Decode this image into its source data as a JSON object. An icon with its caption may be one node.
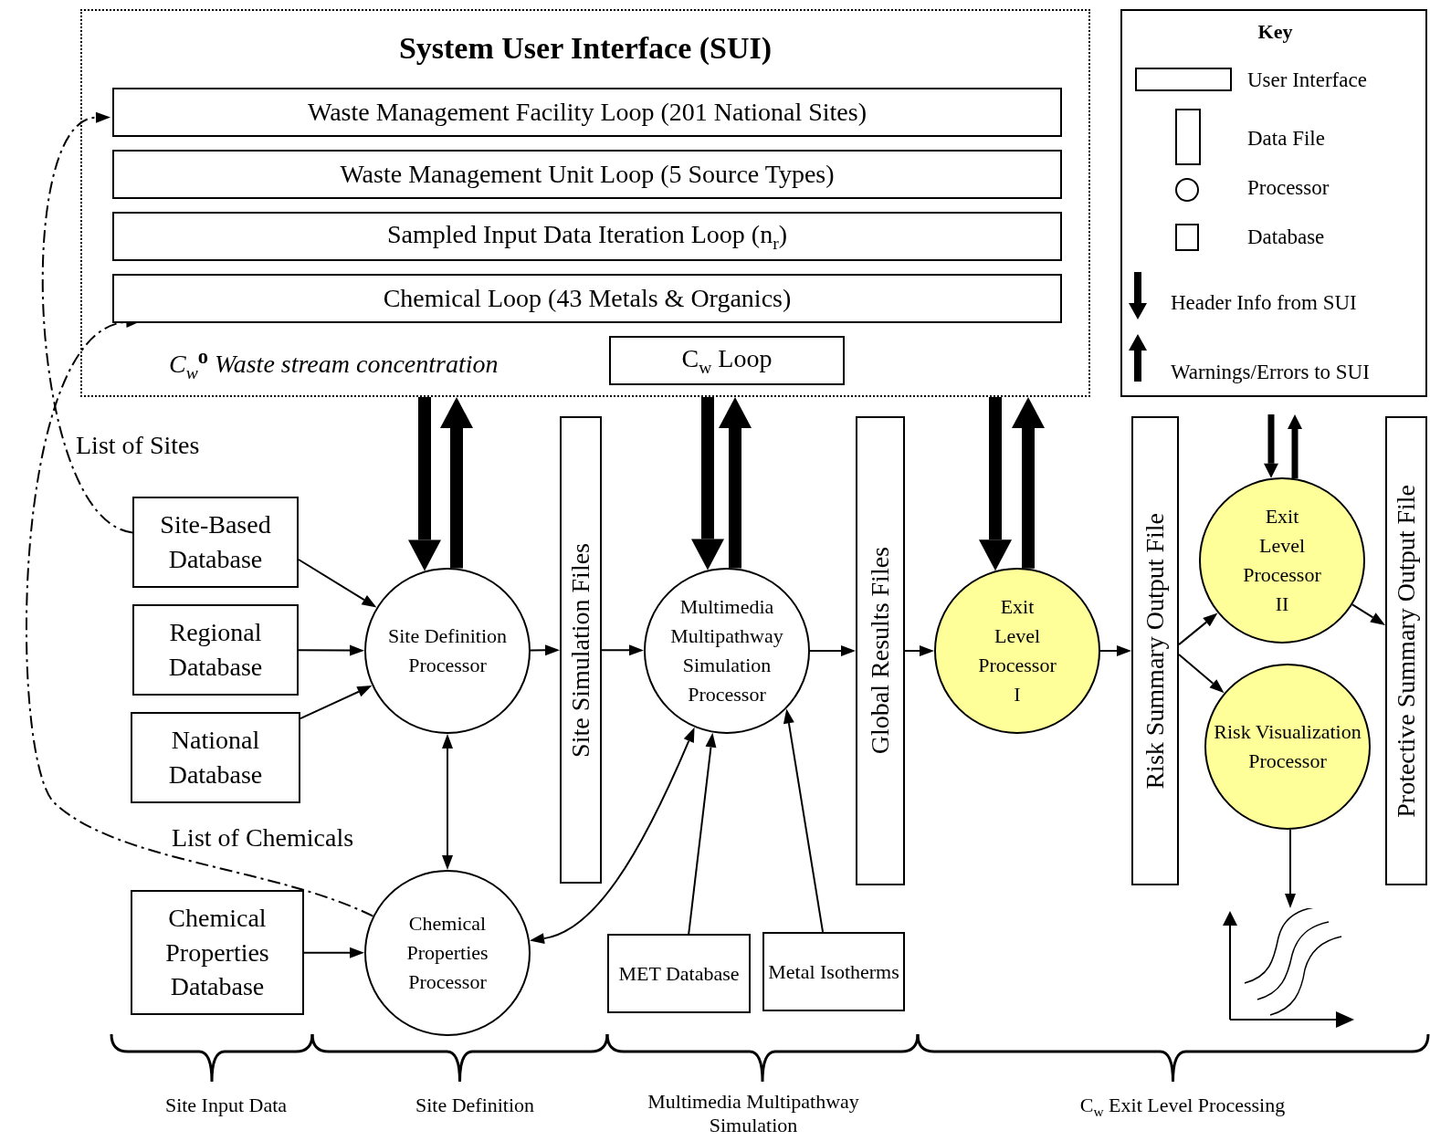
{
  "diagram": {
    "nodes": [
      {
        "text": [
          "System User Interface (SUI)",
          "C$_{w}$$^{o}$ Waste stream concentration"
        ]
      },
      {
        "text": [
          "Waste Management Facility Loop (201 National Sites)"
        ],
        "in": 0
      },
      {
        "text": [
          "Waste Management Unit Loop (5 Source Types)"
        ],
        "in": 0
      },
      {
        "text": [
          "Sampled Input Data Iteration Loop (n$_{r}$)"
        ],
        "in": 0
      },
      {
        "text": [
          "Chemical Loop (43 Metals & Organics)"
        ],
        "in": 0
      },
      {
        "text": [
          "C$_{w}$ Loop"
        ],
        "in": 0
      },
      {
        "text": [
          "Site-Based Database"
        ]
      },
      {
        "text": [
          "Regional Database"
        ]
      },
      {
        "text": [
          "National Database"
        ]
      },
      {
        "text": [
          "Site Definition Processor"
        ]
      },
      {
        "text": [
          "Chemical Properties Database"
        ]
      },
      {
        "text": [
          "Chemical Properties Processor"
        ]
      },
      {
        "text": [
          "Site Simulation Files"
        ]
      },
      {
        "text": [
          "Multimedia Multipathway Simulation Processor"
        ]
      },
      {
        "text": [
          "MET Database"
        ]
      },
      {
        "text": [
          "Metal Isotherms"
        ]
      },
      {
        "text": [
          "Global Results Files"
        ]
      },
      {
        "text": [
          "Exit Level Processor I"
        ]
      },
      {
        "text": [
          "Risk Summary Output File"
        ]
      },
      {
        "text": [
          "Exit Level Processor II"
        ]
      },
      {
        "text": [
          "Risk Visualization Processor"
        ]
      },
      {
        "text": [
          "Protective Summary Output File"
        ]
      },
      {
        "text": [],
        "shape": "picture"
      }
    ],
    "edges": [
      {
        "from": 0,
        "to": 9,
        "arrow": "to",
        "style": "thick"
      },
      {
        "from": 9,
        "to": 0,
        "arrow": "to",
        "style": "thick"
      },
      {
        "from": 0,
        "to": 13,
        "arrow": "to",
        "style": "thick"
      },
      {
        "from": 13,
        "to": 0,
        "arrow": "to",
        "style": "thick"
      },
      {
        "from": 0,
        "to": 17,
        "arrow": "to",
        "style": "thick"
      },
      {
        "from": 17,
        "to": 0,
        "arrow": "to",
        "style": "thick"
      },
      {
        "from": null,
        "to": 19,
        "arrow": "to",
        "style": "thick"
      },
      {
        "from": 19,
        "to": null,
        "arrow": "to",
        "style": "thick"
      },
      {
        "from": 6,
        "to": 9,
        "arrow": "to"
      },
      {
        "from": 7,
        "to": 9,
        "arrow": "to"
      },
      {
        "from": 8,
        "to": 9,
        "arrow": "to"
      },
      {
        "from": 9,
        "to": 11,
        "arrow": "both"
      },
      {
        "from": 10,
        "to": 11,
        "arrow": "to"
      },
      {
        "from": 9,
        "to": 12,
        "arrow": "to"
      },
      {
        "from": 12,
        "to": 13,
        "arrow": "to"
      },
      {
        "from": 13,
        "to": 11,
        "arrow": "both"
      },
      {
        "from": 14,
        "to": 13,
        "arrow": "to"
      },
      {
        "from": 15,
        "to": 13,
        "arrow": "to"
      },
      {
        "from": 13,
        "to": 16,
        "arrow": "to"
      },
      {
        "from": 16,
        "to": 17,
        "arrow": "to"
      },
      {
        "from": 17,
        "to": 18,
        "arrow": "to"
      },
      {
        "from": 18,
        "to": 19,
        "arrow": "to"
      },
      {
        "from": 18,
        "to": 20,
        "arrow": "to"
      },
      {
        "from": 19,
        "to": 21,
        "arrow": "to"
      },
      {
        "from": 20,
        "to": 22,
        "arrow": "to"
      },
      {
        "from": 6,
        "to": 1,
        "arrow": "to",
        "style": "dashed",
        "label": "List of Sites"
      },
      {
        "from": 11,
        "to": 4,
        "arrow": "to",
        "style": "dashed",
        "label": "List of Chemicals"
      }
    ],
    "labels": [
      "Key",
      "Site Input Data",
      "Site Definition",
      "Multimedia Multipathway Simulation",
      "C$_{w}$ Exit Level Processing"
    ],
    "legend": [
      {
        "text": "User Interface"
      },
      {
        "text": "Data File"
      },
      {
        "text": "Processor"
      },
      {
        "text": "Database"
      },
      {
        "text": "Header Info from SUI"
      },
      {
        "text": "Warnings/Errors to SUI"
      }
    ]
  }
}
